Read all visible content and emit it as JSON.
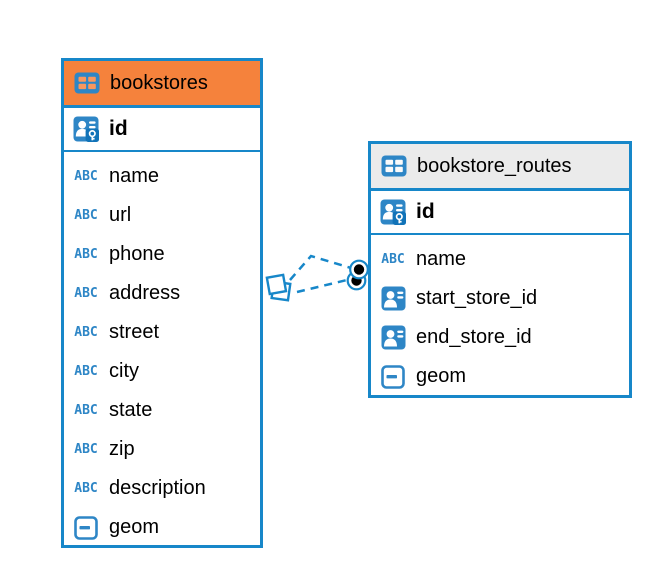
{
  "diagram": {
    "colors": {
      "accent_blue": "#1787C9",
      "icon_blue": "#2E86C6",
      "bookstores_header_orange": "#F5823C",
      "routes_header_gray": "#EBEBEB",
      "text_black": "#000000"
    },
    "tables": [
      {
        "name": "bookstores",
        "primary_key": {
          "name": "id",
          "icon": "column-primary-key-icon"
        },
        "columns": [
          {
            "name": "name",
            "icon": "column-text-icon"
          },
          {
            "name": "url",
            "icon": "column-text-icon"
          },
          {
            "name": "phone",
            "icon": "column-text-icon"
          },
          {
            "name": "address",
            "icon": "column-text-icon"
          },
          {
            "name": "street",
            "icon": "column-text-icon"
          },
          {
            "name": "city",
            "icon": "column-text-icon"
          },
          {
            "name": "state",
            "icon": "column-text-icon"
          },
          {
            "name": "zip",
            "icon": "column-text-icon"
          },
          {
            "name": "description",
            "icon": "column-text-icon"
          },
          {
            "name": "geom",
            "icon": "column-geometry-icon"
          }
        ]
      },
      {
        "name": "bookstore_routes",
        "primary_key": {
          "name": "id",
          "icon": "column-primary-key-icon"
        },
        "columns": [
          {
            "name": "name",
            "icon": "column-text-icon"
          },
          {
            "name": "start_store_id",
            "icon": "column-reference-icon"
          },
          {
            "name": "end_store_id",
            "icon": "column-reference-icon"
          },
          {
            "name": "geom",
            "icon": "column-geometry-icon"
          }
        ]
      }
    ],
    "relationships": {
      "from_table": "bookstores",
      "to_table": "bookstore_routes",
      "line_style": "dashed",
      "line_count": 2,
      "from_end_marker": "overlapping-diamonds",
      "to_end_marker": "overlapping-dots"
    }
  }
}
